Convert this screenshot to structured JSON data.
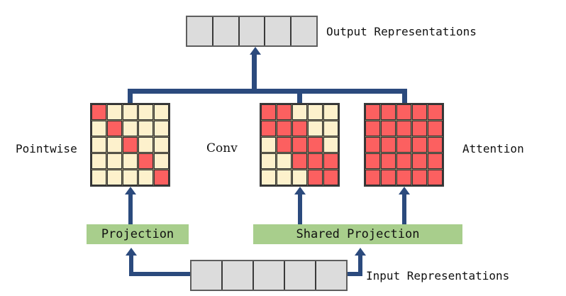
{
  "diagram": {
    "title_label_top": "Output Representations",
    "title_label_bottom": "Input Representations",
    "branch_labels": {
      "pointwise": "Pointwise",
      "conv": "Conv",
      "attention": "Attention"
    },
    "projection_boxes": {
      "left": "Projection",
      "right": "Shared Projection"
    },
    "colors": {
      "active_cell": "#fc6060",
      "inactive_cell": "#fdf1cc",
      "representation_cell": "#dcdcdc",
      "projection_box": "#a8ce8c",
      "connector": "#2b4a7d",
      "border": "#3a3a3a"
    },
    "representations": {
      "output_cells": [
        "",
        "",
        "",
        "",
        ""
      ],
      "input_cells": [
        "",
        "",
        "",
        "",
        ""
      ]
    },
    "matrices": {
      "pointwise": {
        "name": "Pointwise",
        "rows": 5,
        "cols": 5,
        "pattern": [
          [
            1,
            0,
            0,
            0,
            0
          ],
          [
            0,
            1,
            0,
            0,
            0
          ],
          [
            0,
            0,
            1,
            0,
            0
          ],
          [
            0,
            0,
            0,
            1,
            0
          ],
          [
            0,
            0,
            0,
            0,
            1
          ]
        ]
      },
      "conv": {
        "name": "Conv",
        "rows": 5,
        "cols": 5,
        "pattern": [
          [
            1,
            1,
            0,
            0,
            0
          ],
          [
            1,
            1,
            1,
            0,
            0
          ],
          [
            0,
            1,
            1,
            1,
            0
          ],
          [
            0,
            0,
            1,
            1,
            1
          ],
          [
            0,
            0,
            0,
            1,
            1
          ]
        ]
      },
      "attention": {
        "name": "Attention",
        "rows": 5,
        "cols": 5,
        "pattern": [
          [
            1,
            1,
            1,
            1,
            1
          ],
          [
            1,
            1,
            1,
            1,
            1
          ],
          [
            1,
            1,
            1,
            1,
            1
          ],
          [
            1,
            1,
            1,
            1,
            1
          ],
          [
            1,
            1,
            1,
            1,
            1
          ]
        ]
      }
    }
  }
}
